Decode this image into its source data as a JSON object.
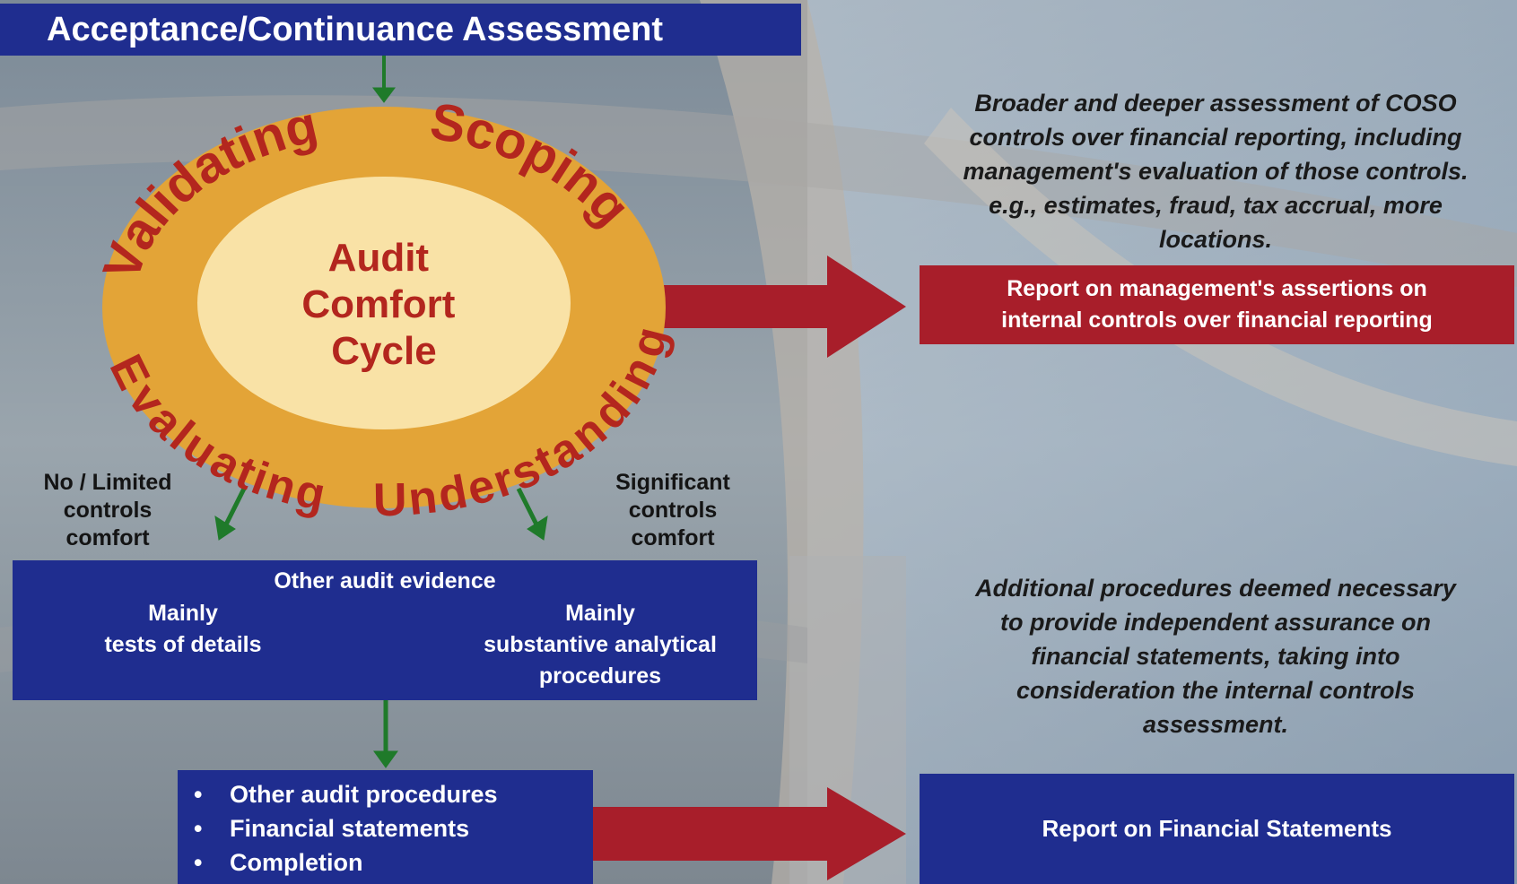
{
  "title": "Acceptance/Continuance Assessment",
  "cycle": {
    "center": [
      "Audit",
      "Comfort",
      "Cycle"
    ],
    "ring": {
      "top_left": "Validating",
      "top_right": "Scoping",
      "bottom_left": "Evaluating",
      "bottom_right": "Understanding"
    }
  },
  "left_branch": [
    "No / Limited",
    "controls",
    "comfort"
  ],
  "right_branch": [
    "Significant",
    "controls",
    "comfort"
  ],
  "evidence": {
    "heading": "Other audit evidence",
    "left": [
      "Mainly",
      "tests of details"
    ],
    "right": [
      "Mainly",
      "substantive analytical",
      "procedures"
    ]
  },
  "procedures": {
    "items": [
      "Other audit procedures",
      "Financial statements",
      "Completion"
    ]
  },
  "bullet_char": "•",
  "coso_note": [
    "Broader and deeper assessment of COSO",
    "controls over financial reporting, including",
    "management's evaluation of those controls.",
    "e.g., estimates, fraud, tax accrual, more",
    "locations."
  ],
  "report_ic": [
    "Report on management's assertions on",
    "internal controls over financial reporting"
  ],
  "additional_note": [
    "Additional procedures deemed necessary",
    "to provide independent assurance on",
    "financial statements, taking into",
    "consideration the internal controls",
    "assessment."
  ],
  "report_fs": "Report on Financial Statements",
  "colors": {
    "navy": "#1f2d8f",
    "red": "#a81e2a",
    "ring_orange": "#e3a437",
    "ring_text": "#b3261e",
    "center_fill": "#f9e2a6",
    "arrow_green": "#1f7a2a",
    "double_arrow": "#d99a2b"
  }
}
